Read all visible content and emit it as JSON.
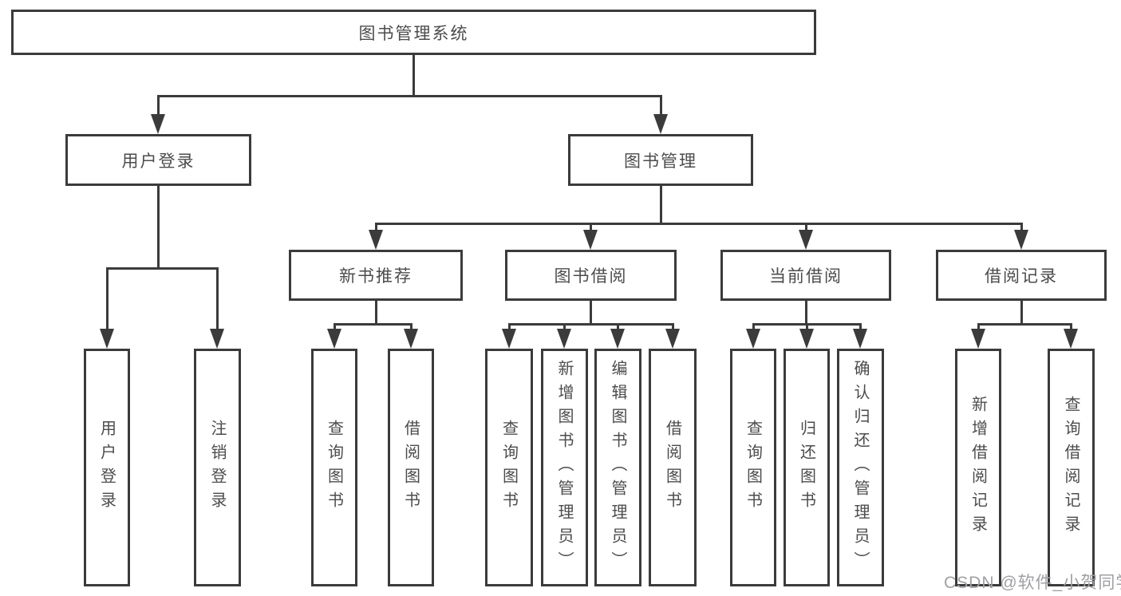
{
  "tree": {
    "label": "图书管理系统",
    "children": [
      {
        "label": "用户登录",
        "children": [
          {
            "label": "用户登录"
          },
          {
            "label": "注销登录"
          }
        ]
      },
      {
        "label": "图书管理",
        "children": [
          {
            "label": "新书推荐",
            "children": [
              {
                "label": "查询图书"
              },
              {
                "label": "借阅图书"
              }
            ]
          },
          {
            "label": "图书借阅",
            "children": [
              {
                "label": "查询图书"
              },
              {
                "label": "新增图书（管理员）"
              },
              {
                "label": "编辑图书（管理员）"
              },
              {
                "label": "借阅图书"
              }
            ]
          },
          {
            "label": "当前借阅",
            "children": [
              {
                "label": "查询图书"
              },
              {
                "label": "归还图书"
              },
              {
                "label": "确认归还（管理员）"
              }
            ]
          },
          {
            "label": "借阅记录",
            "children": [
              {
                "label": "新增借阅记录"
              },
              {
                "label": "查询借阅记录"
              }
            ]
          }
        ]
      }
    ]
  },
  "watermark": {
    "text": "CSDN @软件_小贺同学"
  },
  "colors": {
    "line": "#3b3b3b",
    "text": "#4c4c4c",
    "watermark": "#a0a0a4",
    "background": "#ffffff"
  }
}
